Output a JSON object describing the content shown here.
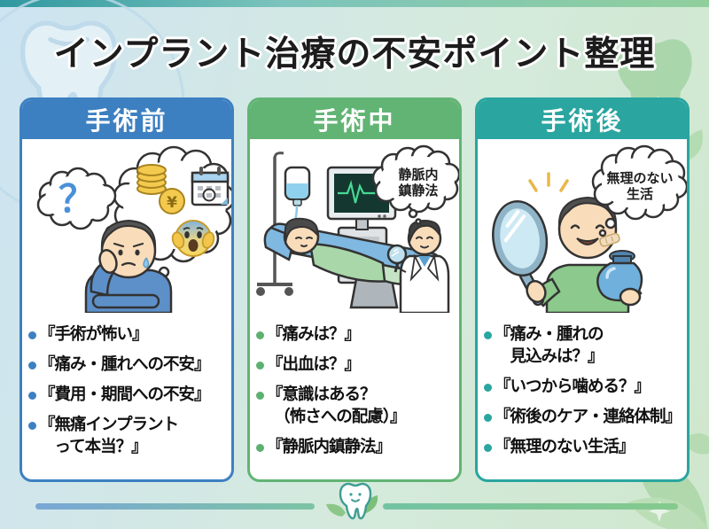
{
  "title": "インプラント治療の不安ポイント整理",
  "colors": {
    "before_accent": "#3d80c1",
    "during_accent": "#62b474",
    "after_accent": "#2aa5a0",
    "background_left": "#cde4f2",
    "background_right": "#cfe7cd",
    "top_strip_left": "#2f98a0",
    "top_strip_right": "#90cf9c",
    "header_text": "#ffffff",
    "body_text": "#111111"
  },
  "panels": [
    {
      "header": "手術前",
      "accent": "#3d80c1",
      "items": [
        "『手術が怖い』",
        "『痛み・腫れへの不安』",
        "『費用・期間への不安』",
        "『無痛インプラント\n　って本当？』"
      ]
    },
    {
      "header": "手術中",
      "accent": "#62b474",
      "bubble": "静脈内\n鎮静法",
      "items": [
        "『痛みは？』",
        "『出血は？』",
        "『意識はある？\n　（怖さへの配慮）』",
        "『静脈内鎮静法』"
      ]
    },
    {
      "header": "手術後",
      "accent": "#2aa5a0",
      "bubble": "無理のない\n生活",
      "items": [
        "『痛み・腫れの\n　見込みは？』",
        "『いつから噛める？』",
        "『術後のケア・連絡体制』",
        "『無理のない生活』"
      ]
    }
  ],
  "illustrations": {
    "question_mark": "？",
    "yen_symbol": "¥"
  }
}
